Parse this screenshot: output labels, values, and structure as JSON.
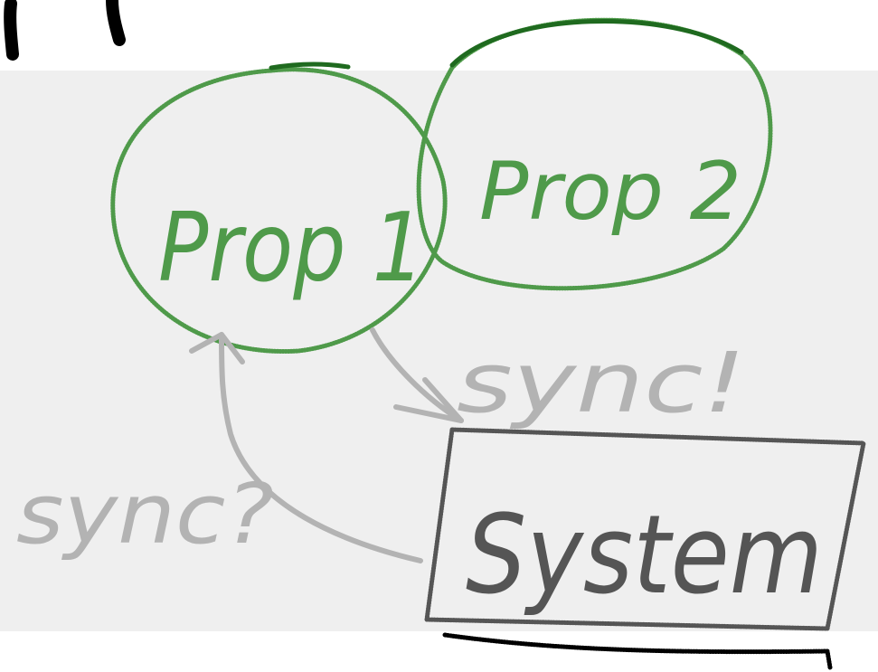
{
  "diagram": {
    "nodes": [
      {
        "id": "prop1",
        "label": "Prop 1",
        "color": "#4f9a4a"
      },
      {
        "id": "prop2",
        "label": "Prop 2",
        "color": "#4f9a4a"
      },
      {
        "id": "system",
        "label": "System",
        "color": "#555555"
      }
    ],
    "edges": [
      {
        "from": "prop1",
        "to": "system",
        "label": "sync!",
        "color": "#b3b3b3"
      },
      {
        "from": "system",
        "to": "prop1",
        "label": "sync?",
        "color": "#b3b3b3"
      }
    ],
    "colors": {
      "background": "#efefef",
      "page": "#ffffff",
      "prop_stroke": "#4f9a4a",
      "prop_stroke_dark": "#1f6a1f",
      "system_stroke": "#555555",
      "arrow_stroke": "#b3b3b3",
      "ink": "#000000"
    }
  }
}
